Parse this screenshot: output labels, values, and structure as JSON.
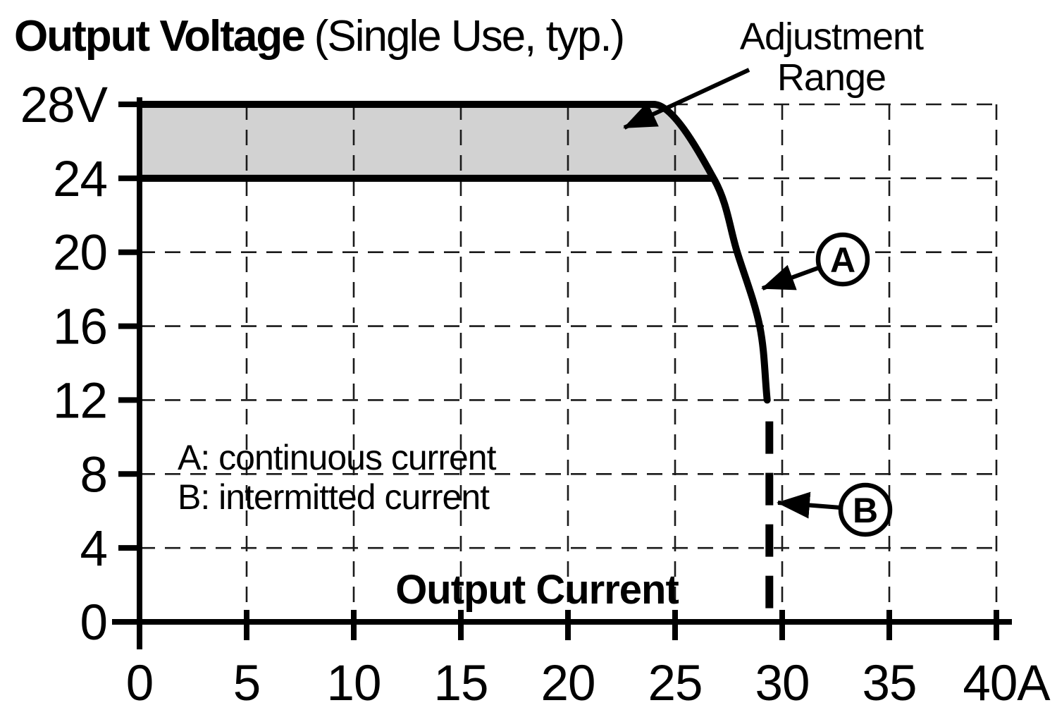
{
  "title": {
    "main": "Output Voltage",
    "sub": "(Single Use, typ.)"
  },
  "axis": {
    "x": {
      "title": "Output Current",
      "unit": "A",
      "values": [
        0,
        5,
        10,
        15,
        20,
        25,
        30,
        35,
        40
      ],
      "ticks": [
        "0",
        "5",
        "10",
        "15",
        "20",
        "25",
        "30",
        "35",
        "40A"
      ]
    },
    "y": {
      "unit": "V",
      "values": [
        28,
        24,
        20,
        16,
        12,
        8,
        4,
        0
      ],
      "ticks": [
        "28V",
        "24",
        "20",
        "16",
        "12",
        "8",
        "4",
        "0"
      ]
    }
  },
  "annotations": {
    "adjustment_line1": "Adjustment",
    "adjustment_line2": "Range",
    "legend_a": "A: continuous current",
    "legend_b": "B: intermitted current",
    "marker_a": "A",
    "marker_b": "B"
  },
  "chart_data": {
    "type": "line",
    "title": "Output Voltage (Single Use, typ.)",
    "xlabel": "Output Current",
    "ylabel": "Output Voltage",
    "xlim": [
      0,
      40
    ],
    "ylim": [
      0,
      28
    ],
    "x_unit": "A",
    "y_unit": "V",
    "grid": "dashed",
    "series": [
      {
        "name": "A: continuous current",
        "style": "solid",
        "points": [
          [
            0,
            28
          ],
          [
            24,
            28
          ],
          [
            26.8,
            24
          ],
          [
            27.9,
            20
          ],
          [
            28.95,
            16
          ],
          [
            29.3,
            12
          ]
        ]
      },
      {
        "name": "B: intermitted current",
        "style": "dashed",
        "points": [
          [
            29.4,
            10.85
          ],
          [
            29.4,
            0
          ]
        ]
      }
    ],
    "adjustment_range": {
      "label": "Adjustment Range",
      "v_min": 24,
      "v_max": 28,
      "from_current": 0,
      "fill": "#d2d2d2"
    }
  },
  "colors": {
    "ink": "#000000",
    "band_fill": "#d2d2d2",
    "background": "#ffffff"
  }
}
